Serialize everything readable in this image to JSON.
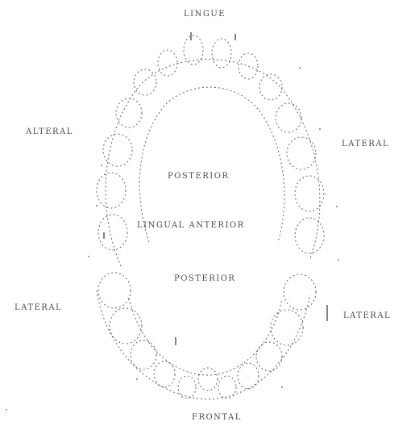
{
  "labels": {
    "top": "LINGUE",
    "bottom": "FRONTAL",
    "left_upper": "ALTERAL",
    "right_upper": "LATERAL",
    "left_lower": "LATERAL",
    "right_lower": "LATERAL",
    "inner_upper": "POSTERIOR",
    "inner_middle": "LINGUAL  ANTERIOR",
    "inner_lower": "POSTERIOR"
  },
  "colors": {
    "ink": "#3a3a3a",
    "background": "#ffffff"
  }
}
